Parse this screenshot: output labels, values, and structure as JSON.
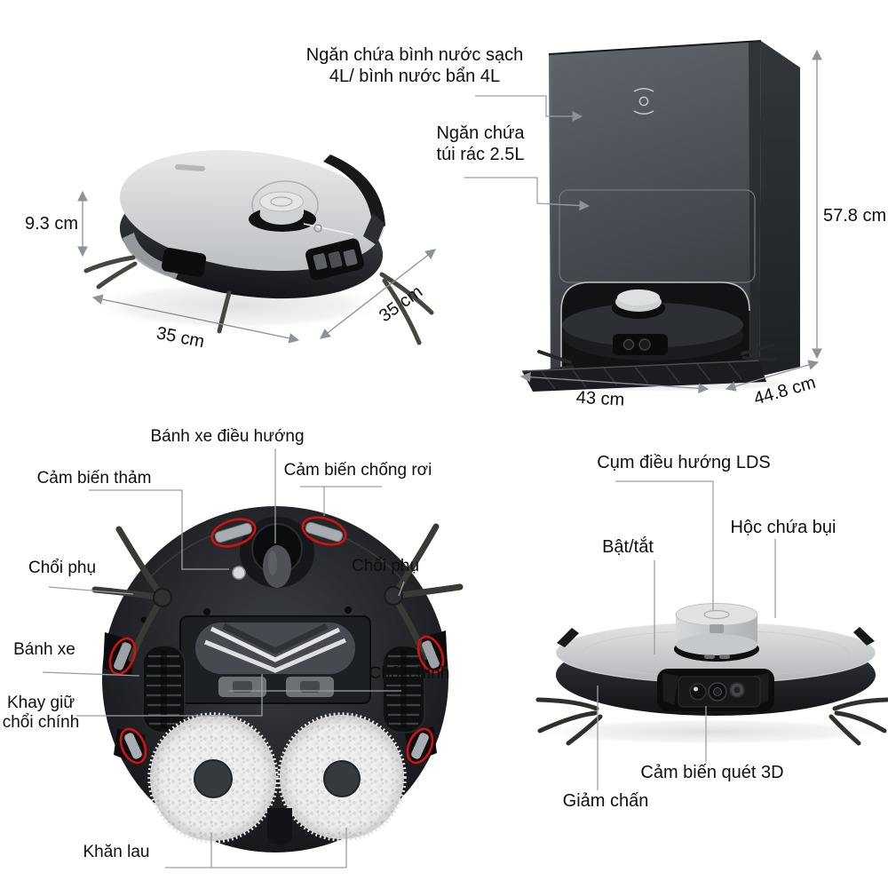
{
  "colors": {
    "red_highlight": "#cf1212",
    "connector_gray": "#9aa0a3",
    "arrow_gray": "#8d9296",
    "text": "#0e0e0e"
  },
  "top_left_view": {
    "height": "9.3 cm",
    "width": "35 cm",
    "depth": "35 cm"
  },
  "dock_view": {
    "water_tank_label_line1": "Ngăn chứa bình nước sạch",
    "water_tank_label_line2": "4L/ bình nước bẩn 4L",
    "dust_bag_label_line1": "Ngăn chứa",
    "dust_bag_label_line2": "túi rác 2.5L",
    "height": "57.8 cm",
    "width": "43 cm",
    "depth": "44.8 cm"
  },
  "bottom_view": {
    "caster_wheel": "Bánh xe điều hướng",
    "carpet_sensor": "Cảm biến thảm",
    "cliff_sensor": "Cảm biến chống rơi",
    "side_brush_left": "Chổi phụ",
    "side_brush_right": "Chổi phụ",
    "wheel": "Bánh xe",
    "brush_tray_line1": "Khay giữ",
    "brush_tray_line2": "chổi chính",
    "main_brush": "Chổi chính",
    "mop_cloth": "Khăn lau"
  },
  "side_view": {
    "lds_module": "Cụm điều hướng LDS",
    "power": "Bật/tắt",
    "dust_bin": "Hộc chứa bụi",
    "sensor_3d": "Cảm biến quét 3D",
    "bumper": "Giảm chấn"
  }
}
